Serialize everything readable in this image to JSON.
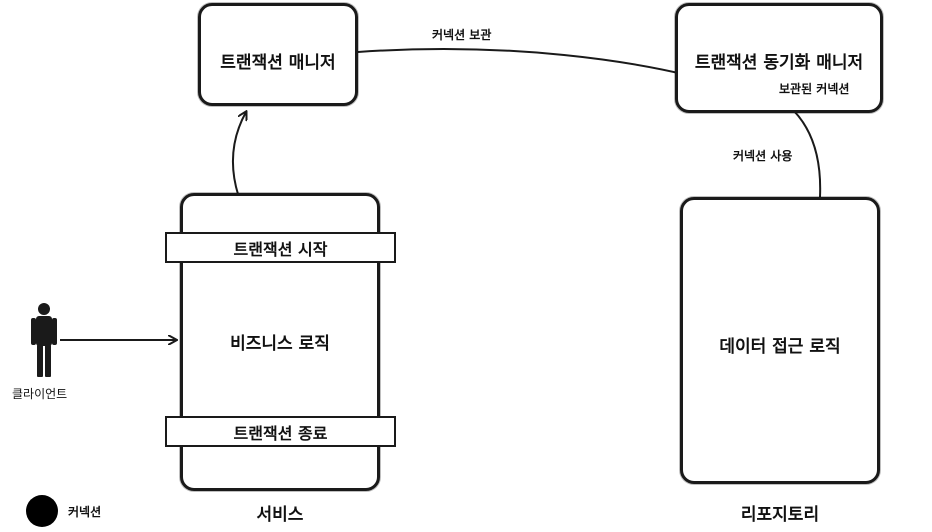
{
  "boxes": {
    "transaction_manager": "트랜잭션 매니저",
    "sync_manager": "트랜잭션 동기화 매니저",
    "service": {
      "start": "트랜잭션 시작",
      "logic": "비즈니스 로직",
      "end": "트랜잭션 종료",
      "caption": "서비스"
    },
    "repository": {
      "logic": "데이터 접근 로직",
      "caption": "리포지토리"
    }
  },
  "edge_labels": {
    "store_connection": "커넥션 보관",
    "stored_connection": "보관된 커넥션",
    "use_connection": "커넥션 사용"
  },
  "actor": {
    "label": "클라이언트"
  },
  "legend": {
    "connection_label": "커넥션"
  },
  "colors": {
    "stroke": "#1a1a1a",
    "dot": "#000000"
  }
}
